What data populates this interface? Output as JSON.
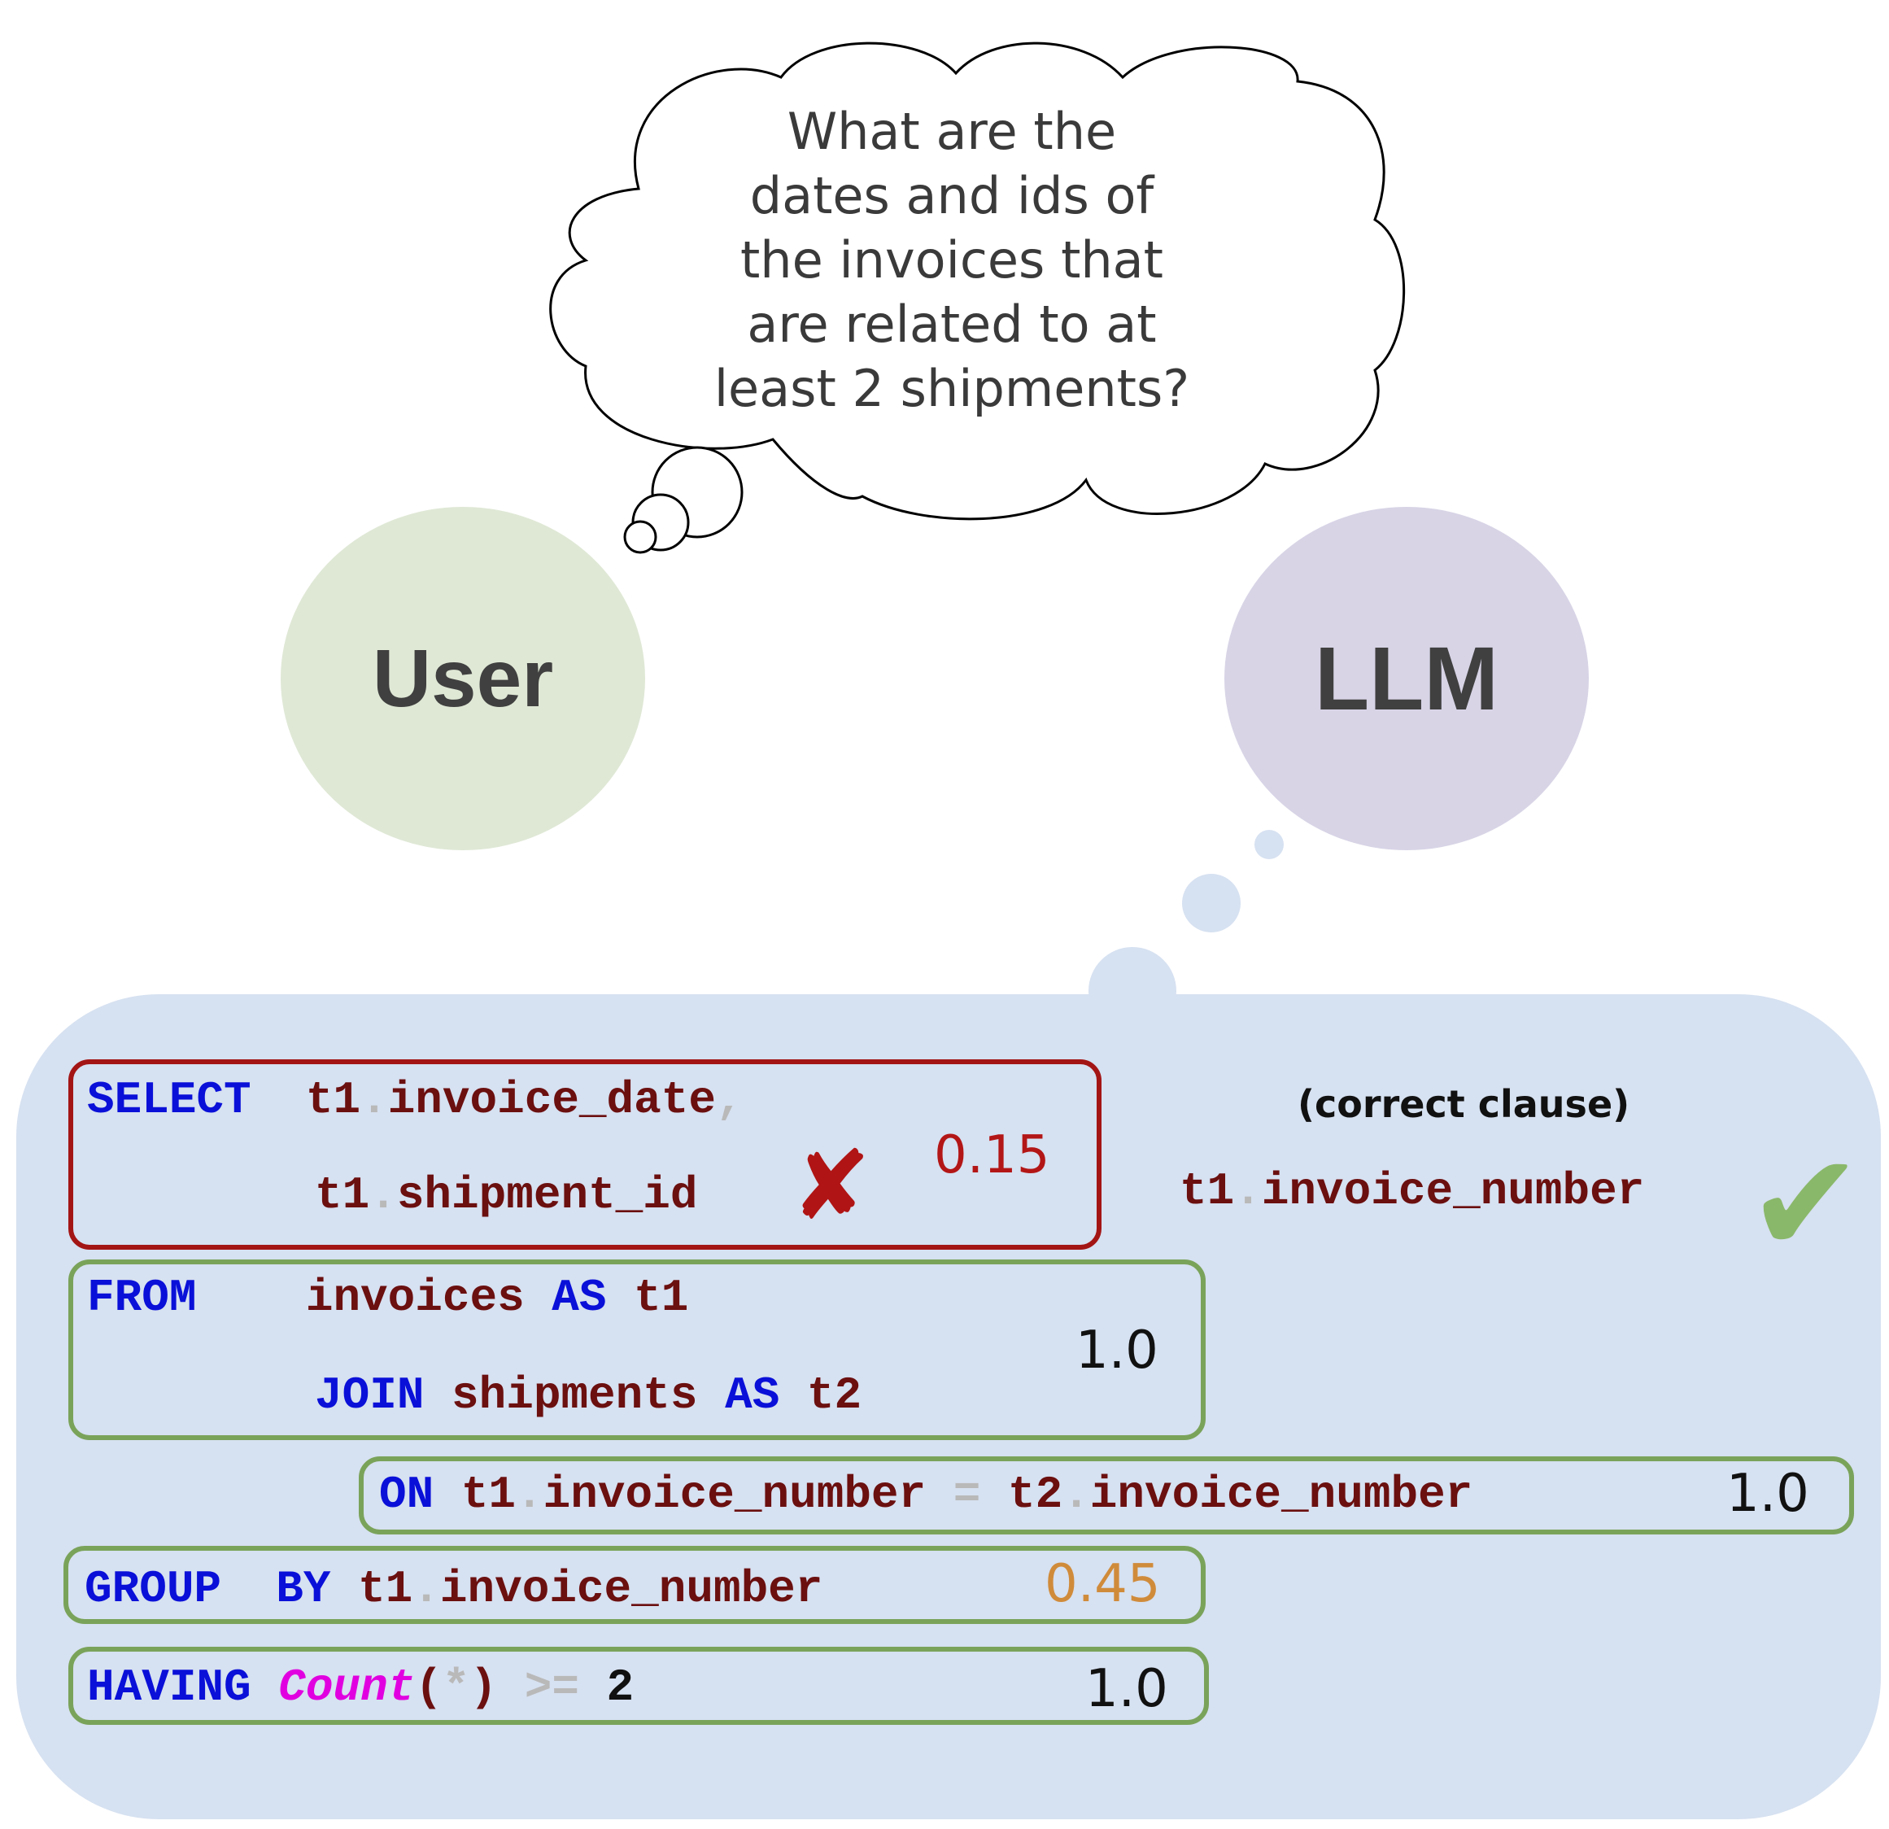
{
  "thought": {
    "question_lines": [
      "What are the",
      "dates and ids of",
      "the invoices that",
      "are related to at",
      "least 2 shipments?"
    ]
  },
  "actors": {
    "user_label": "User",
    "llm_label": "LLM"
  },
  "colors": {
    "user_circle": "#dfe8d5",
    "llm_circle": "#d8d4e6",
    "panel": "#d6e1f1",
    "correct_border": "#7aa35a",
    "wrong_border": "#a31515",
    "keyword": "#0a10d8",
    "identifier": "#6b0f0f"
  },
  "sql": {
    "select": {
      "kw": "SELECT",
      "col1_table": "t1",
      "col1_name": "invoice_date",
      "comma": ",",
      "col2_table": "t1",
      "col2_name": "shipment_id",
      "score": "0.15",
      "status": "wrong"
    },
    "from": {
      "kw": "FROM",
      "table1": "invoices",
      "as1": "AS",
      "alias1": "t1",
      "join": "JOIN",
      "table2": "shipments",
      "as2": "AS",
      "alias2": "t2",
      "score": "1.0"
    },
    "on": {
      "kw": "ON",
      "left_table": "t1",
      "left_col": "invoice_number",
      "op": "=",
      "right_table": "t2",
      "right_col": "invoice_number",
      "score": "1.0"
    },
    "group_by": {
      "kw1": "GROUP",
      "kw2": "BY",
      "table": "t1",
      "col": "invoice_number",
      "score": "0.45"
    },
    "having": {
      "kw": "HAVING",
      "fn": "Count",
      "open": "(",
      "star": "*",
      "close": ")",
      "op": ">=",
      "value": "2",
      "score": "1.0"
    }
  },
  "correction": {
    "label": "(correct clause)",
    "table": "t1",
    "col": "invoice_number"
  },
  "icons": {
    "cross": "cross-icon",
    "check": "check-icon"
  }
}
